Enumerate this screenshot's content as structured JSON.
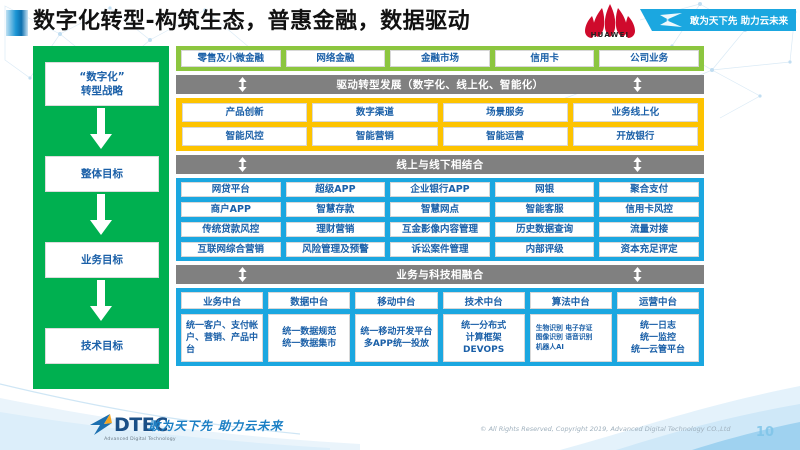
{
  "header": {
    "title": "数字化转型-构筑生态，普惠金融，数据驱动",
    "huawei_wordmark": "HUAWEI",
    "banner_text": "敢为天下先 助力云未来"
  },
  "strategy_column": {
    "items": [
      {
        "label": "“数字化”\n转型战略"
      },
      {
        "label": "整体目标"
      },
      {
        "label": "业务目标"
      },
      {
        "label": "技术目标"
      }
    ]
  },
  "business_lines": {
    "items": [
      "零售及小微金融",
      "网络金融",
      "金融市场",
      "信用卡",
      "公司业务"
    ]
  },
  "connector_1": {
    "label": "驱动转型发展（数字化、线上化、智能化）"
  },
  "transformation": {
    "row1": [
      "产品创新",
      "数字渠道",
      "场景服务",
      "业务线上化"
    ],
    "row2": [
      "智能风控",
      "智能营销",
      "智能运营",
      "开放银行"
    ]
  },
  "connector_2": {
    "label": "线上与线下相结合"
  },
  "online_offline": {
    "row1": [
      "网贷平台",
      "超级APP",
      "企业银行APP",
      "网银",
      "聚合支付"
    ],
    "row2": [
      "商户APP",
      "智慧存款",
      "智慧网点",
      "智能客服",
      "信用卡风控"
    ],
    "row3": [
      "传统贷款风控",
      "理财营销",
      "互金影像内容管理",
      "历史数据查询",
      "流量对接"
    ],
    "row4": [
      "互联网综合营销",
      "风险管理及预警",
      "诉讼案件管理",
      "内部评级",
      "资本充足评定"
    ]
  },
  "connector_3": {
    "label": "业务与科技相融合"
  },
  "mid_platforms": {
    "columns": [
      {
        "head": "业务中台",
        "body": "统一客户、支付帐户、营销、产品中台",
        "style": "lefty"
      },
      {
        "head": "数据中台",
        "body": "统一数据规范\n统一数据集市",
        "style": "center"
      },
      {
        "head": "移动中台",
        "body": "统一移动开发平台\n多APP统一投放",
        "style": "center"
      },
      {
        "head": "技术中台",
        "body": "统一分布式\n计算框架DEVOPS",
        "style": "center"
      },
      {
        "head": "算法中台",
        "body": "生物识别 电子存证\n图像识别 语音识别\n机器人AI",
        "style": "tiny"
      },
      {
        "head": "运营中台",
        "body": "统一日志\n统一监控\n统一云管平台",
        "style": "center"
      }
    ]
  },
  "footer": {
    "logo_text": "DTEC",
    "logo_sub": "Advanced Digital Technology",
    "slogan": "敢为天下先   助力云未来",
    "copyright": "© All Rights Reserved, Copyright 2019, Advanced Digital Technology CO.,Ltd",
    "page_number": "10"
  },
  "colors": {
    "green_band": "#8CC63F",
    "orange_band": "#FDC300",
    "blue_band": "#1BA7E0",
    "sidebar_green": "#00B050",
    "grey_band": "#808080",
    "text_blue": "#1b60a8",
    "huawei_red": "#CF0A2C"
  }
}
